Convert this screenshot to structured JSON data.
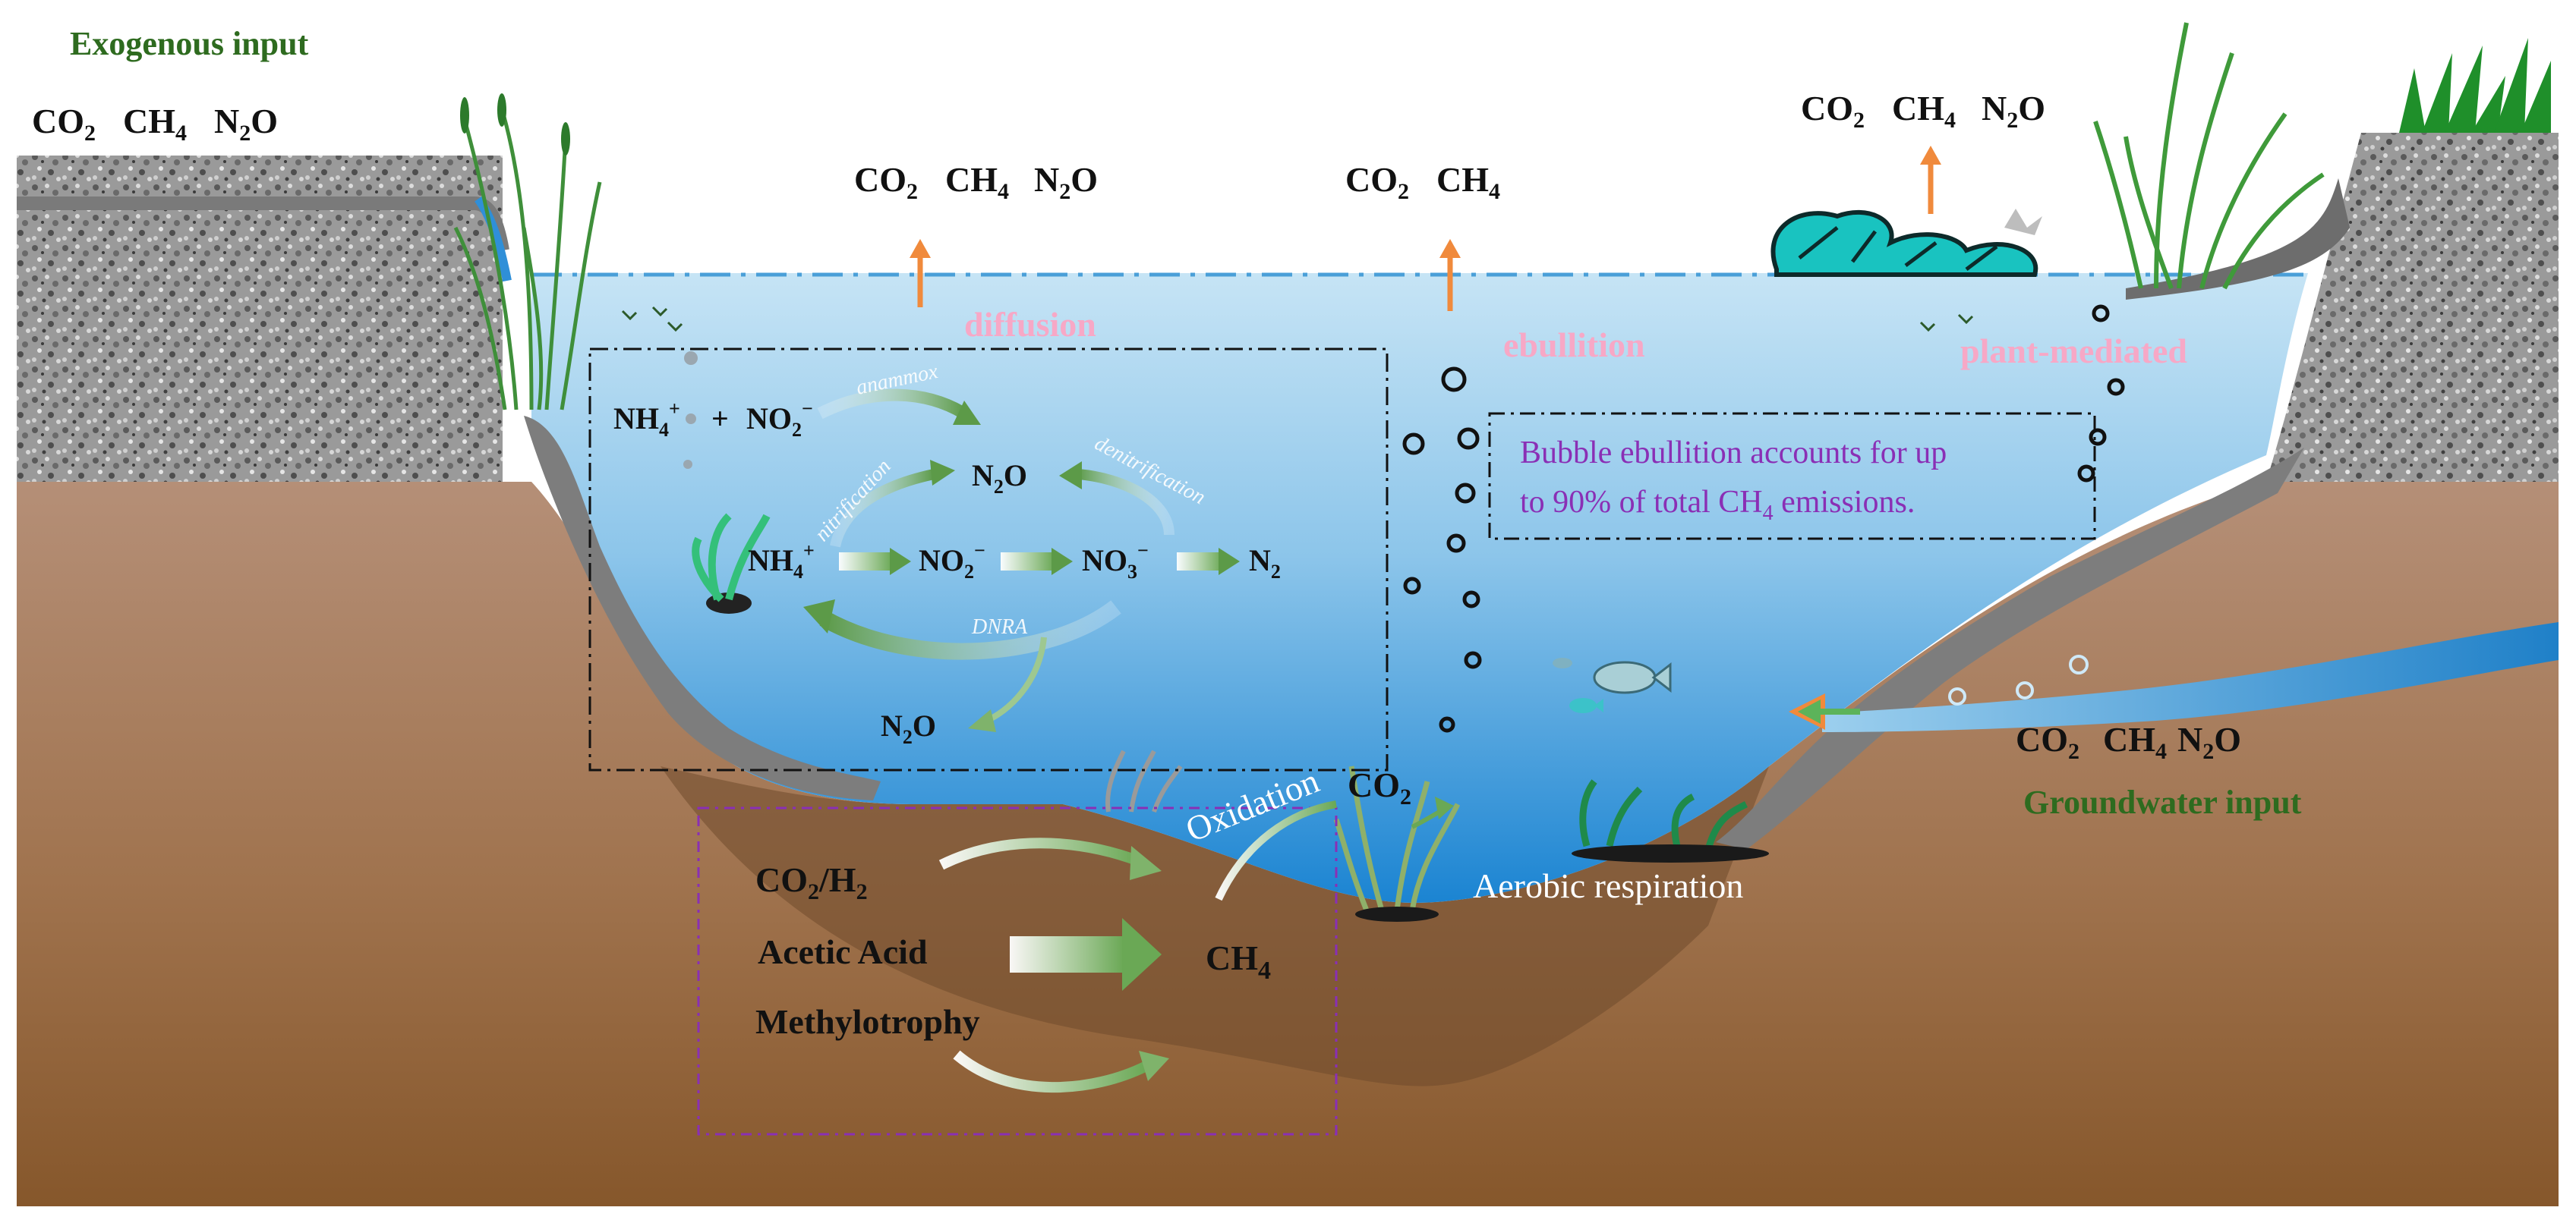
{
  "labels": {
    "exogenous_input": "Exogenous input",
    "groundwater_input": "Groundwater input",
    "diffusion": "diffusion",
    "ebullition": "ebullition",
    "plant_mediated": "plant-mediated",
    "aerobic_respiration": "Aerobic respiration",
    "oxidation": "Oxidation",
    "co2_h2": "CO",
    "co2_h2_sub": "2",
    "co2_h2_tail": "/H",
    "co2_h2_sub2": "2",
    "acetic_acid": "Acetic Acid",
    "methylotrophy": "Methylotrophy",
    "ch4_main": "CH",
    "ch4_main_sub": "4",
    "co2_oxid": "CO",
    "co2_oxid_sub": "2"
  },
  "gases": {
    "co2": "CO",
    "ch4": "CH",
    "n2o_n": "N",
    "n2o_o": "O",
    "sub2": "2",
    "sub4": "4"
  },
  "nitrogen": {
    "nh4": "NH",
    "nh4_sub": "4",
    "nh4_sup": "+",
    "plus": "+",
    "no2": "NO",
    "no2_sub": "2",
    "no2_sup": "−",
    "no3": "NO",
    "no3_sub": "3",
    "no3_sup": "−",
    "n2o_n": "N",
    "n2o_sub": "2",
    "n2o_o": "O",
    "n2_n": "N",
    "n2_sub": "2",
    "anammox": "anammox",
    "nitrification": "nitrification",
    "denitrification": "denitrification",
    "dnra": "DNRA"
  },
  "note": {
    "line1": "Bubble ebullition accounts for up",
    "line2_pre": "to 90% of total CH",
    "line2_sub": "4",
    "line2_post": " emissions."
  },
  "colors": {
    "water_top": "#bfe0f3",
    "water_bottom": "#1c86d3",
    "soil_top": "#b28b72",
    "soil_bottom": "#8a5a2e",
    "bank_gray": "#7a7a7a",
    "emission_arrow": "#f08a3c",
    "process_arrow": "#5e9a4a",
    "pink_label": "#f7a8c6",
    "purple_note": "#8a2fb5",
    "green_title": "#2e6b1f"
  }
}
